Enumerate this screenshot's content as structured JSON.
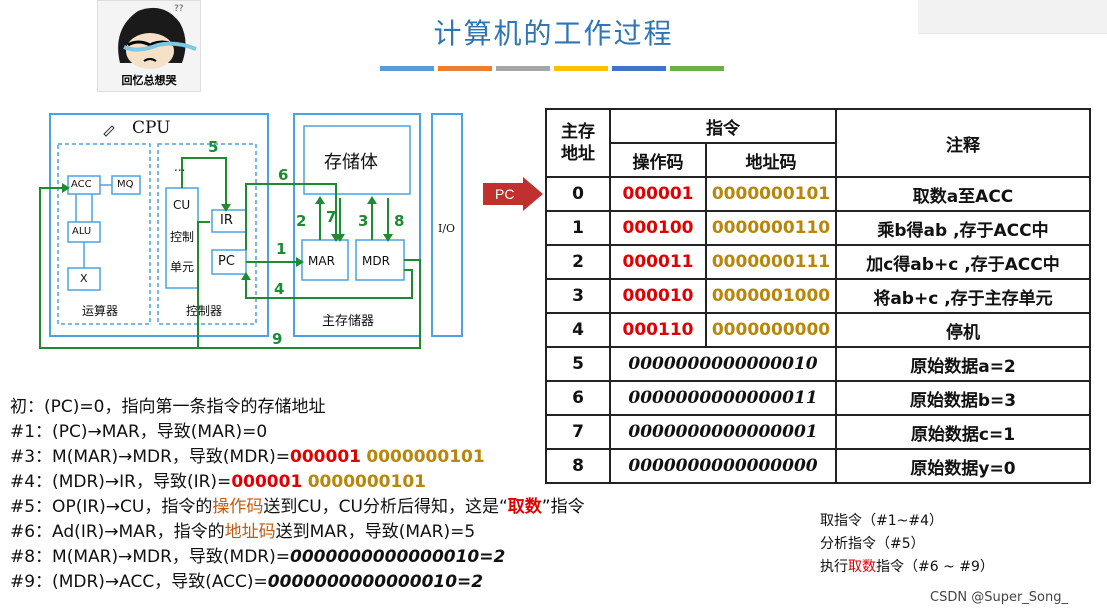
{
  "title": "计算机的工作过程",
  "title_line_colors": [
    "#5b9bd5",
    "#ed7d31",
    "#a5a5a5",
    "#ffc000",
    "#4472c4",
    "#70ad47"
  ],
  "avatar": {
    "caption": "回忆总想哭"
  },
  "diagram": {
    "cpu": "CPU",
    "acc": "ACC",
    "mq": "MQ",
    "alu": "ALU",
    "x": "X",
    "alu_unit": "运算器",
    "cu": "CU",
    "cu_sub1": "控制",
    "cu_sub2": "单元",
    "ir": "IR",
    "pc": "PC",
    "ctrl_unit": "控制器",
    "storage": "存储体",
    "mar": "MAR",
    "mdr": "MDR",
    "main_mem": "主存储器",
    "io": "I/O",
    "dots": "...",
    "n1": "1",
    "n2": "2",
    "n3": "3",
    "n4": "4",
    "n5": "5",
    "n6": "6",
    "n7": "7",
    "n8": "8",
    "n9": "9"
  },
  "steps": {
    "s0": "初：(PC)=0，指向第一条指令的存储地址",
    "s1": "#1：(PC)→MAR，导致(MAR)=0",
    "s3a": "#3：M(MAR)→MDR，导致(MDR)=",
    "s3op": "000001",
    "s3ad": "0000000101",
    "s4a": "#4：(MDR)→IR，导致(IR)=",
    "s4op": "000001",
    "s4ad": "0000000101",
    "s5a": "#5：OP(IR)→CU，指令的",
    "s5b": "操作码",
    "s5c": "送到CU，CU分析后得知，这是“",
    "s5d": "取数",
    "s5e": "”指令",
    "s6a": "#6：Ad(IR)→MAR，指令的",
    "s6b": "地址码",
    "s6c": "送到MAR，导致(MAR)=5",
    "s8a": "#8：M(MAR)→MDR，导致(MDR)=",
    "s8b": "0000000000000010=2",
    "s9a": "#9：(MDR)→ACC，导致(ACC)=",
    "s9b": "0000000000000010=2"
  },
  "table": {
    "h_addr": "主存\n地址",
    "h_instr": "指令",
    "h_op": "操作码",
    "h_ad": "地址码",
    "h_note": "注释",
    "instr_rows": [
      {
        "addr": "0",
        "op": "000001",
        "ad": "0000000101",
        "note": "取数a至ACC"
      },
      {
        "addr": "1",
        "op": "000100",
        "ad": "0000000110",
        "note": "乘b得ab ,存于ACC中"
      },
      {
        "addr": "2",
        "op": "000011",
        "ad": "0000000111",
        "note": "加c得ab+c ,存于ACC中"
      },
      {
        "addr": "3",
        "op": "000010",
        "ad": "0000001000",
        "note": "将ab+c ,存于主存单元"
      },
      {
        "addr": "4",
        "op": "000110",
        "ad": "0000000000",
        "note": "停机"
      }
    ],
    "data_rows": [
      {
        "addr": "5",
        "value": "0000000000000010",
        "note": "原始数据a=2"
      },
      {
        "addr": "6",
        "value": "0000000000000011",
        "note": "原始数据b=3"
      },
      {
        "addr": "7",
        "value": "0000000000000001",
        "note": "原始数据c=1"
      },
      {
        "addr": "8",
        "value": "0000000000000000",
        "note": "原始数据y=0"
      }
    ]
  },
  "pc_label": "PC",
  "notes": {
    "n1": "取指令（#1~#4）",
    "n2": "分析指令（#5）",
    "n3a": "执行",
    "n3b": "取数",
    "n3c": "指令（#6 ~ #9）"
  },
  "watermark": "CSDN @Super_Song_"
}
